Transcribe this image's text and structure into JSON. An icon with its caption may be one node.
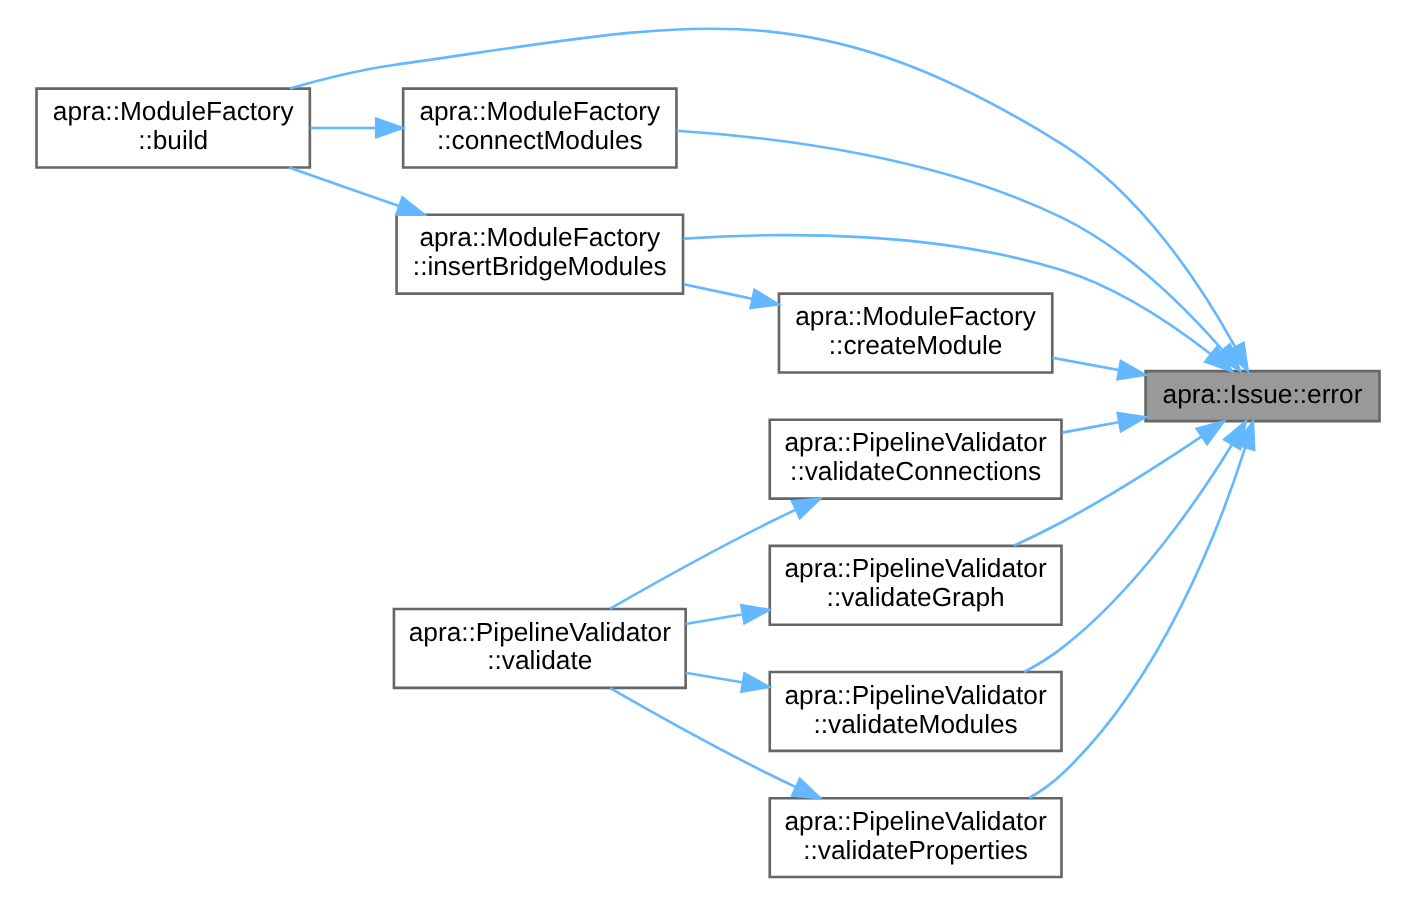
{
  "diagram": {
    "nodes": [
      {
        "text": [
          "apra::Issue::error"
        ]
      },
      {
        "text": [
          "apra::ModuleFactory ::build"
        ]
      },
      {
        "text": [
          "apra::ModuleFactory ::connectModules"
        ]
      },
      {
        "text": [
          "apra::ModuleFactory ::insertBridgeModules"
        ]
      },
      {
        "text": [
          "apra::ModuleFactory ::createModule"
        ]
      },
      {
        "text": [
          "apra::PipelineValidator ::validateConnections"
        ]
      },
      {
        "text": [
          "apra::PipelineValidator ::validate"
        ]
      },
      {
        "text": [
          "apra::PipelineValidator ::validateGraph"
        ]
      },
      {
        "text": [
          "apra::PipelineValidator ::validateModules"
        ]
      },
      {
        "text": [
          "apra::PipelineValidator ::validateProperties"
        ]
      }
    ],
    "edges": [
      {
        "from": 1,
        "to": 0,
        "arrow": "to"
      },
      {
        "from": 1,
        "to": 2,
        "arrow": "to"
      },
      {
        "from": 2,
        "to": 0,
        "arrow": "to"
      },
      {
        "from": 1,
        "to": 3,
        "arrow": "to"
      },
      {
        "from": 3,
        "to": 4,
        "arrow": "to"
      },
      {
        "from": 4,
        "to": 0,
        "arrow": "to"
      },
      {
        "from": 3,
        "to": 0,
        "arrow": "to"
      },
      {
        "from": 5,
        "to": 0,
        "arrow": "to"
      },
      {
        "from": 6,
        "to": 5,
        "arrow": "to"
      },
      {
        "from": 6,
        "to": 7,
        "arrow": "to"
      },
      {
        "from": 7,
        "to": 0,
        "arrow": "to"
      },
      {
        "from": 6,
        "to": 8,
        "arrow": "to"
      },
      {
        "from": 8,
        "to": 0,
        "arrow": "to"
      },
      {
        "from": 6,
        "to": 9,
        "arrow": "to"
      },
      {
        "from": 9,
        "to": 0,
        "arrow": "to"
      }
    ]
  }
}
